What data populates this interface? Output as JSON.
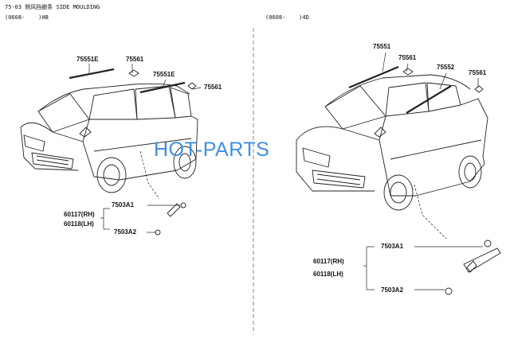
{
  "header": {
    "code_title": "75-03 侧风挡嵌条 SIDE MOULDING",
    "left_range": "(0608-    )HB",
    "right_range": "(0608-    )4D"
  },
  "watermark": {
    "text": "HOT-PARTS",
    "color": "#3f8fe3"
  },
  "parts_left": {
    "moulding_front": "75551E",
    "clip_top": "75561",
    "moulding_rear": "75551E",
    "clip_side": "75561",
    "bolt_upper": "7503A1",
    "rh": "60117(RH)",
    "lh": "60118(LH)",
    "bolt_lower": "7503A2"
  },
  "parts_right": {
    "moulding_front": "75551",
    "clip_top": "75561",
    "moulding_rear": "75552",
    "clip_side": "75561",
    "bolt_upper": "7503A1",
    "rh": "60117(RH)",
    "lh": "60118(LH)",
    "bolt_lower": "7503A2"
  }
}
